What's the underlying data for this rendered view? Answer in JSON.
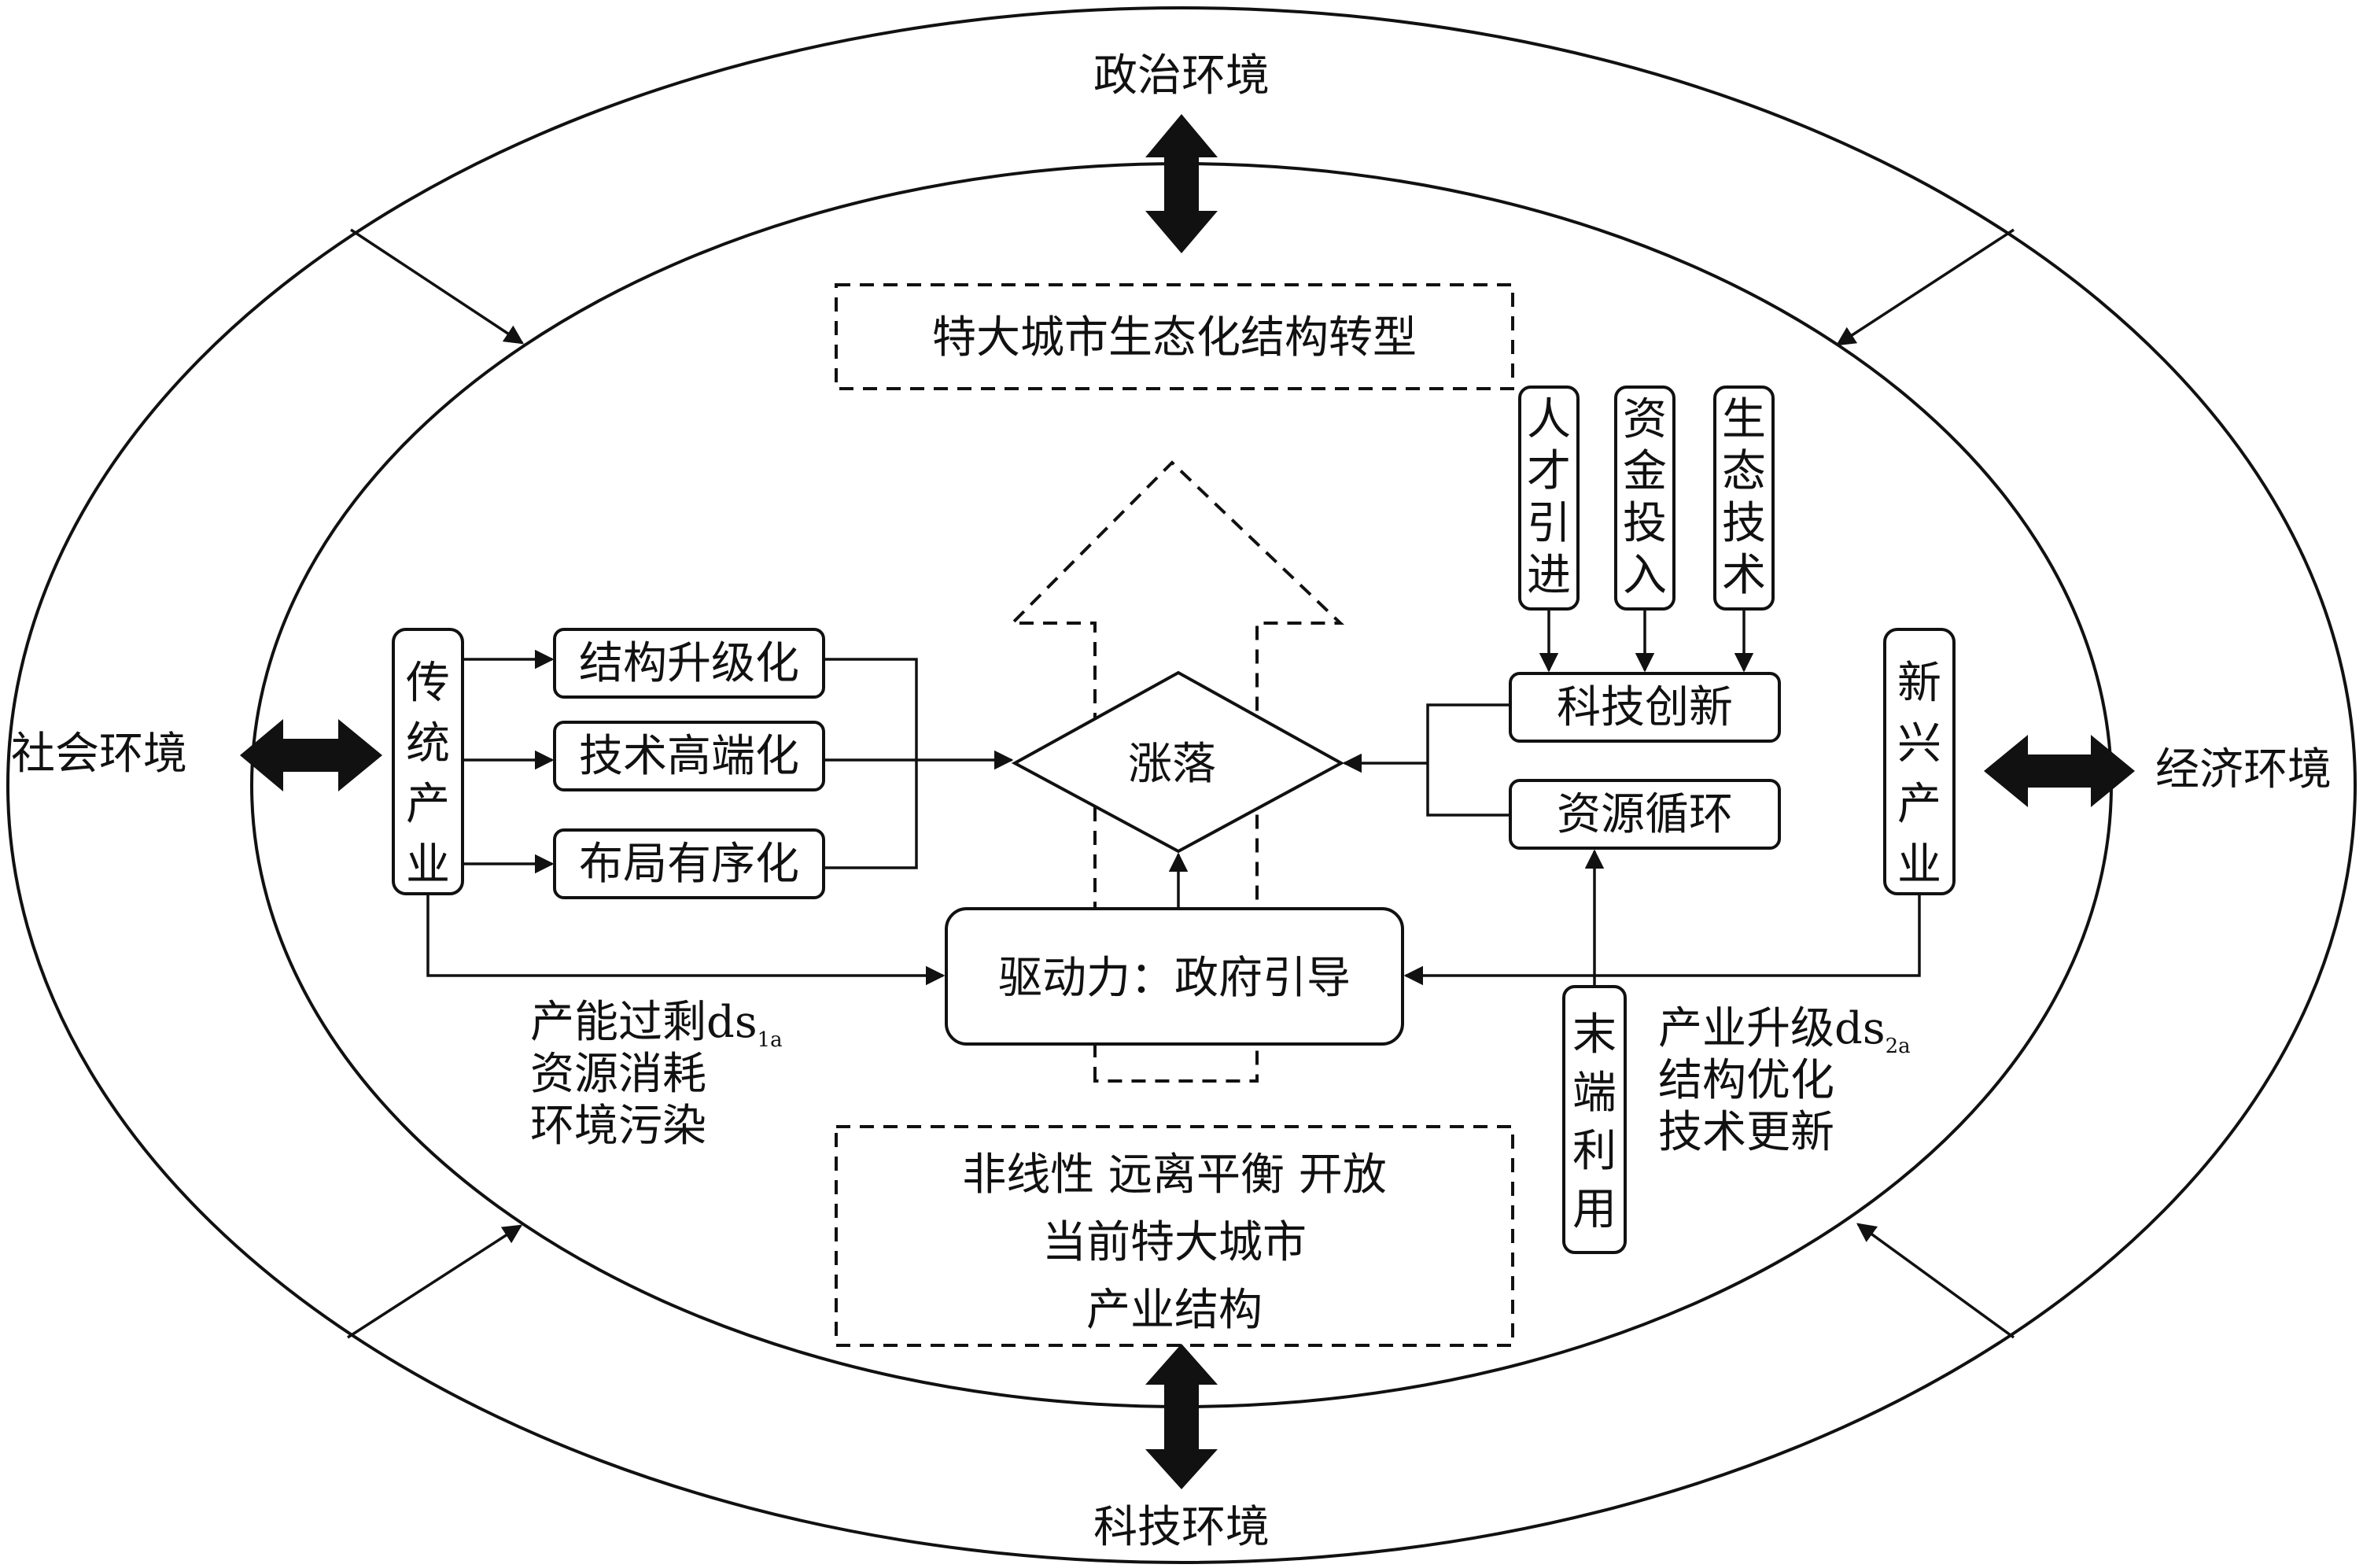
{
  "environments": {
    "top": "政治环境",
    "bottom": "科技环境",
    "left": "社会环境",
    "right": "经济环境"
  },
  "top_goal": "特大城市生态化结构转型",
  "bottom_conditions": [
    "非线性 远离平衡 开放",
    "当前特大城市",
    "产业结构"
  ],
  "traditional_industry": "传统产业",
  "emerging_industry": "新兴产业",
  "traditional_outputs": [
    "结构升级化",
    "技术高端化",
    "布局有序化"
  ],
  "center": "涨落",
  "driving_force": "驱动力：政府引导",
  "innovation_inputs": [
    "人才引进",
    "资金投入",
    "生态技术"
  ],
  "tech_innovation": "科技创新",
  "resource_cycle": "资源循环",
  "end_use": "末端利用",
  "left_notes": {
    "line1_main": "产能过剩ds",
    "line1_sub": "1a",
    "line2": "资源消耗",
    "line3": "环境污染"
  },
  "right_notes": {
    "line1_main": "产业升级ds",
    "line1_sub": "2a",
    "line2": "结构优化",
    "line3": "技术更新"
  }
}
